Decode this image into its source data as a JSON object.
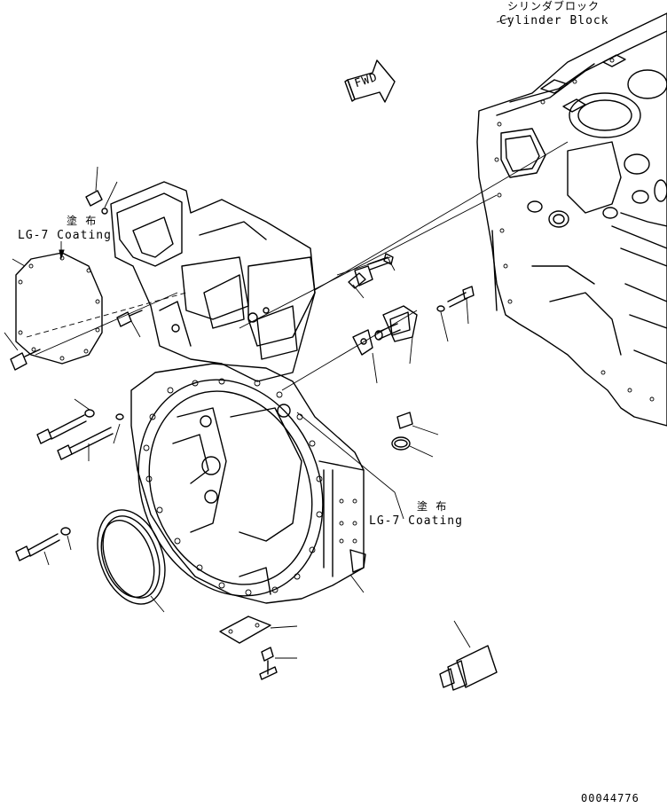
{
  "labels": {
    "cylinder_block_jp": "シリンダブロック",
    "cylinder_block_en": "Cylinder Block",
    "fwd": "FWD",
    "coating_top_jp": "塗 布",
    "coating_top_en": "LG-7 Coating",
    "coating_mid_jp": "塗 布",
    "coating_mid_en": "LG-7 Coating",
    "drawing_number": "00044776"
  },
  "colors": {
    "line": "#000000",
    "background": "#ffffff"
  }
}
